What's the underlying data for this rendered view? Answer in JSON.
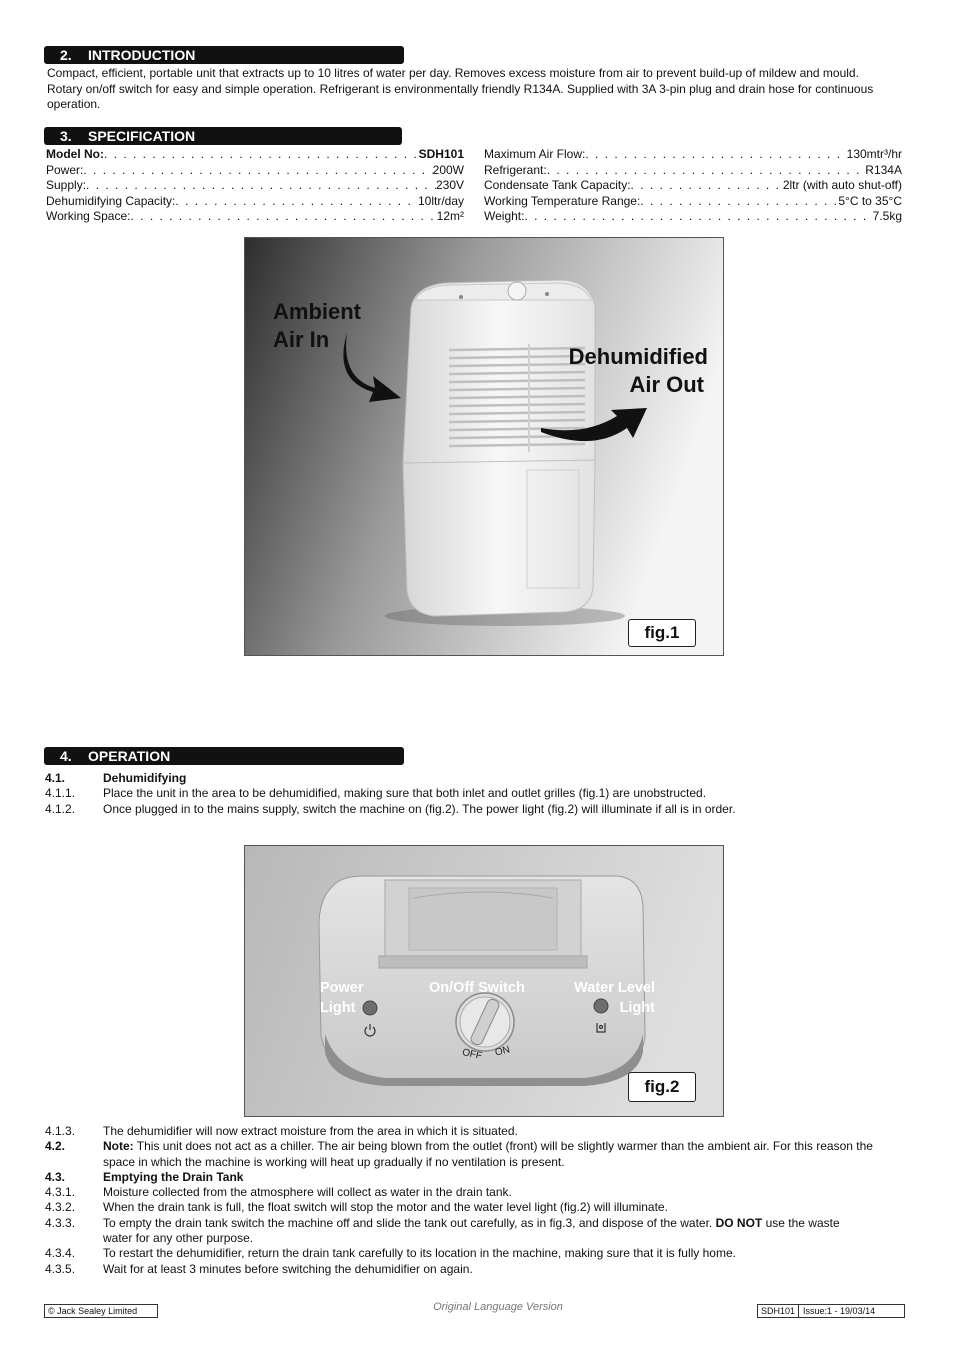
{
  "intro": {
    "number": "2.",
    "title": "INTRODUCTION",
    "text": "Compact, efficient, portable unit that extracts up to 10 litres of water per day. Removes excess moisture from air to prevent build-up of mildew and mould. Rotary on/off switch for easy and simple operation. Refrigerant is environmentally friendly R134A. Supplied with 3A 3-pin plug and drain hose for continuous operation."
  },
  "spec": {
    "number": "3.",
    "title": "SPECIFICATION",
    "left": [
      {
        "label": "Model No:",
        "value": "SDH101",
        "bold": true
      },
      {
        "label": "Power:",
        "value": "200W"
      },
      {
        "label": "Supply:",
        "value": "230V"
      },
      {
        "label": "Dehumidifying Capacity:",
        "value": "10ltr/day"
      },
      {
        "label": "Working Space:",
        "value": "12m²"
      }
    ],
    "right": [
      {
        "label": "Maximum Air Flow:",
        "value": "130mtr³/hr"
      },
      {
        "label": "Refrigerant:",
        "value": "R134A"
      },
      {
        "label": "Condensate Tank Capacity:",
        "value": "2ltr (with auto shut-off)"
      },
      {
        "label": "Working Temperature Range:",
        "value": "5°C to 35°C"
      },
      {
        "label": "Weight:",
        "value": "7.5kg"
      }
    ]
  },
  "fig1": {
    "label": "fig.1",
    "ambient_line1": "Ambient",
    "ambient_line2": "Air In",
    "dehum_line1": "Dehumidified",
    "dehum_line2": "Air Out"
  },
  "operation": {
    "number": "4.",
    "title": "OPERATION",
    "items_top": [
      {
        "n": "4.1.",
        "t": "Dehumidifying",
        "bold": true
      },
      {
        "n": "4.1.1.",
        "t": "Place the unit in the area to be dehumidified, making sure that both inlet and outlet grilles (fig.1) are unobstructed."
      },
      {
        "n": "4.1.2.",
        "t": "Once plugged in to the mains supply, switch the machine on (fig.2). The power light (fig.2) will illuminate if all is in order."
      }
    ]
  },
  "fig2": {
    "label": "fig.2",
    "power_line1": "Power",
    "power_line2": "Light",
    "switch": "On/Off Switch",
    "water_line1": "Water Level",
    "water_line2": "Light",
    "off": "OFF",
    "on": "ON"
  },
  "items_bottom": {
    "i413": {
      "n": "4.1.3.",
      "t": "The dehumidifier will now extract moisture from the area in which it is situated."
    },
    "i42": {
      "n": "4.2.",
      "lead": "Note:",
      "t": "This unit does not act as a chiller. The air being blown from the outlet (front) will be slightly warmer than the ambient air. For this reason the space in which the machine is working will heat up gradually if no ventilation is present."
    },
    "i43": {
      "n": "4.3.",
      "t": "Emptying the Drain Tank"
    },
    "i431": {
      "n": "4.3.1.",
      "t": "Moisture collected from the atmosphere will collect as water in the drain tank."
    },
    "i432": {
      "n": "4.3.2.",
      "t": "When the drain tank is full,  the float switch will stop the motor and the water level light (fig.2) will illuminate."
    },
    "i433": {
      "n": "4.3.3.",
      "t1": "To empty the drain tank switch the machine off and slide the tank out carefully, as in fig.3, and dispose of the water.",
      "bold": "DO NOT",
      "t2": "use the waste water for any other purpose."
    },
    "i434": {
      "n": "4.3.4.",
      "t": "To restart the dehumidifier, return the drain tank carefully to its location in the machine, making sure that it is fully home."
    },
    "i435": {
      "n": "4.3.5.",
      "t": "Wait for at least 3 minutes before switching the dehumidifier on again."
    }
  },
  "footer": {
    "copyright": "© Jack Sealey Limited",
    "center": "Original Language Version",
    "model": "SDH101",
    "issue": "Issue:1 - 19/03/14"
  }
}
